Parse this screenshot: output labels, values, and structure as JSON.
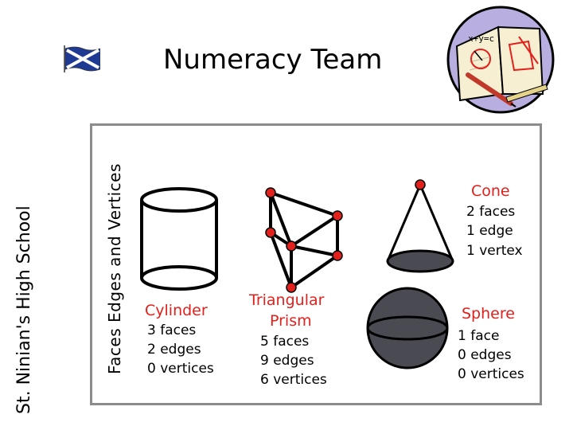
{
  "school": "St. Ninian's High School",
  "header": {
    "title": "Numeracy Team"
  },
  "logo": {
    "equation": "x+y=c"
  },
  "panel": {
    "title": "Faces Edges and Vertices",
    "shapes": [
      {
        "name": "Cylinder",
        "details": [
          "3 faces",
          "2 edges",
          "0 vertices"
        ]
      },
      {
        "name_lines": [
          "Triangular",
          "Prism"
        ],
        "details": [
          "5 faces",
          "9 edges",
          "6 vertices"
        ]
      },
      {
        "name": "Cone",
        "details": [
          "2 faces",
          "1 edge",
          "1 vertex"
        ]
      },
      {
        "name": "Sphere",
        "details": [
          "1 face",
          "0 edges",
          "0 vertices"
        ]
      }
    ]
  },
  "colors": {
    "accent": "#e2201c",
    "frame": "#8c8c8c",
    "flag_blue": "#1f3a93",
    "shade": "#4a4a52"
  },
  "icons": [
    "scotland-flag-icon",
    "maths-book-logo-icon"
  ]
}
